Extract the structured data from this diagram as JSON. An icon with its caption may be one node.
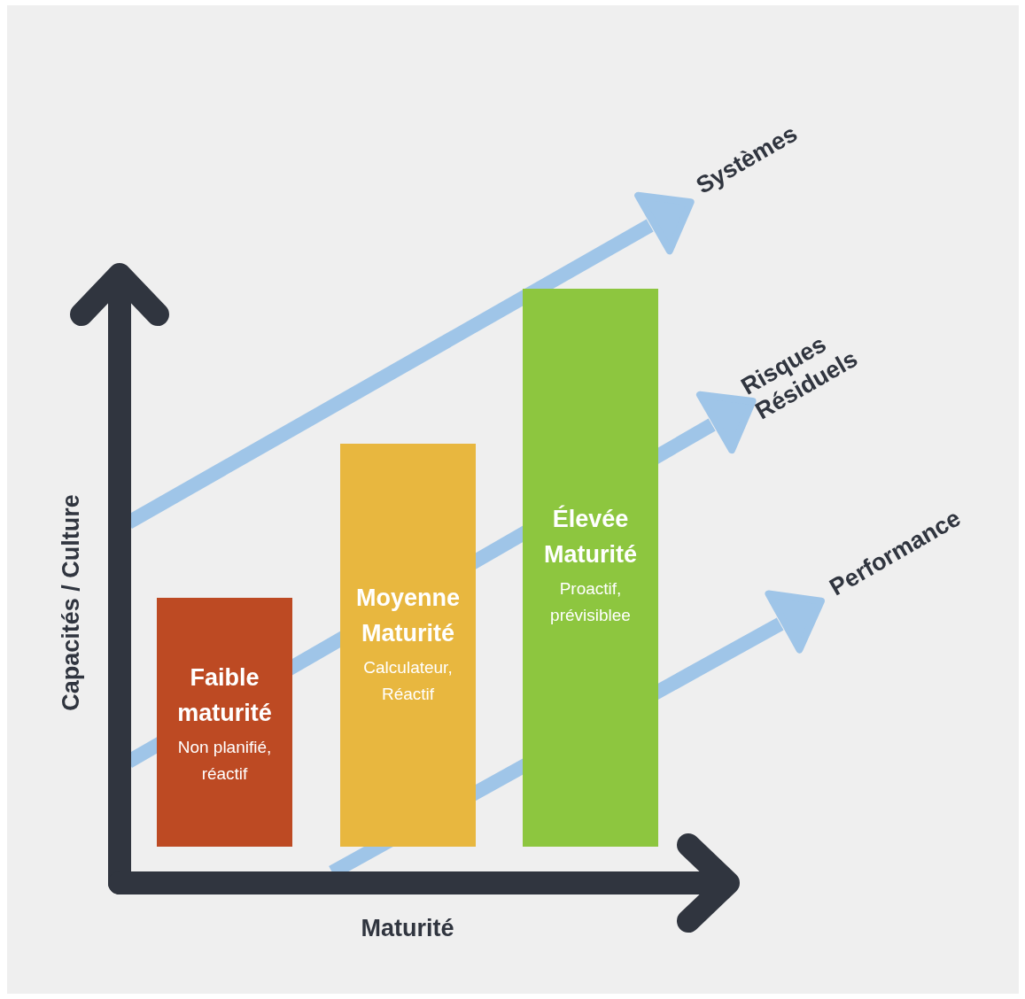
{
  "diagram": {
    "nodes": [
      {
        "text": [
          "Faible maturité",
          "Non planifié, réactif"
        ]
      },
      {
        "text": [
          "Moyenne Maturité",
          "Calculateur, Réactif"
        ]
      },
      {
        "text": [
          "Élevée Maturité",
          "Proactif, prévisiblee"
        ]
      }
    ],
    "labels": [
      "Systèmes",
      "Risques Résiduels",
      "Performance",
      "Capacités / Culture",
      "Maturité"
    ]
  }
}
